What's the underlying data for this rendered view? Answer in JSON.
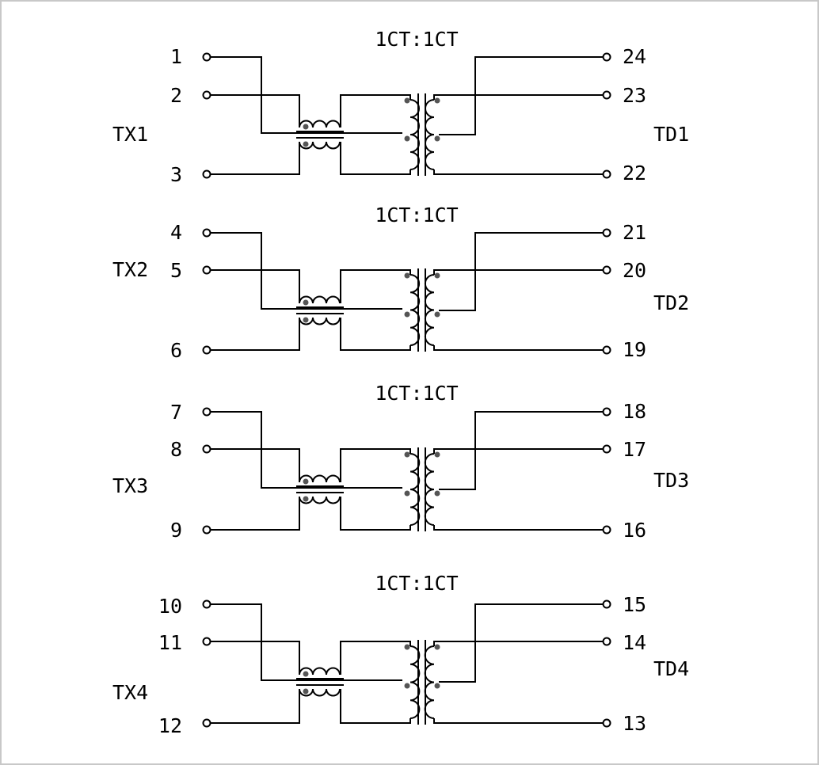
{
  "channels": [
    {
      "ratio": "1CT:1CT",
      "left_label": "TX1",
      "right_label": "TD1",
      "left_pins": [
        "1",
        "2",
        "3"
      ],
      "right_pins": [
        "24",
        "23",
        "22"
      ]
    },
    {
      "ratio": "1CT:1CT",
      "left_label": "TX2",
      "right_label": "TD2",
      "left_pins": [
        "4",
        "5",
        "6"
      ],
      "right_pins": [
        "21",
        "20",
        "19"
      ]
    },
    {
      "ratio": "1CT:1CT",
      "left_label": "TX3",
      "right_label": "TD3",
      "left_pins": [
        "7",
        "8",
        "9"
      ],
      "right_pins": [
        "18",
        "17",
        "16"
      ]
    },
    {
      "ratio": "1CT:1CT",
      "left_label": "TX4",
      "right_label": "TD4",
      "left_pins": [
        "10",
        "11",
        "12"
      ],
      "right_pins": [
        "15",
        "14",
        "13"
      ]
    }
  ]
}
